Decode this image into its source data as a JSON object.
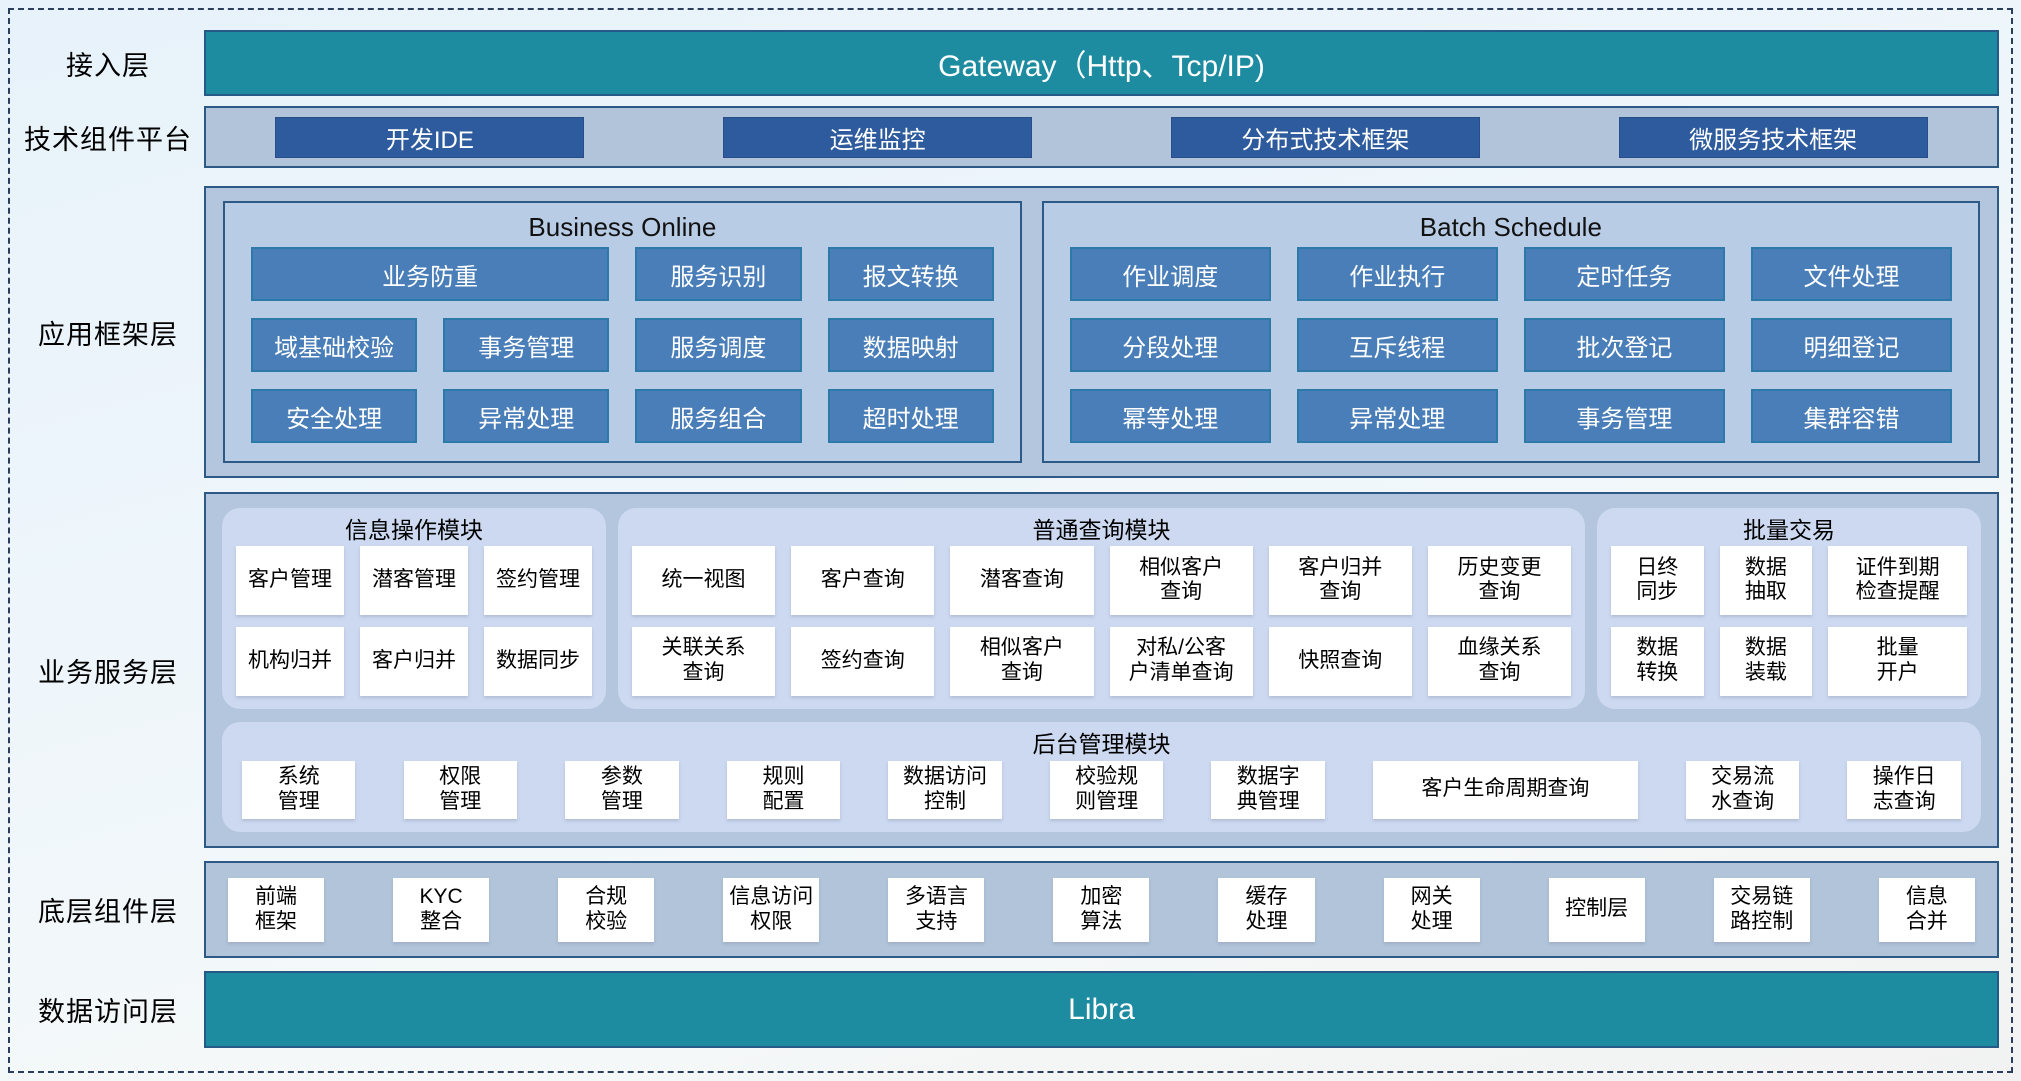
{
  "colors": {
    "teal_bar": "#1d8ba0",
    "dark_blue_button": "#2e5b9d",
    "band_background": "#b1c4da",
    "panel_background": "#b9cce5",
    "steel_button": "#4a7eb8",
    "steel_button_border": "#2d7aa9",
    "module_background": "#ccd9f0",
    "navy_border": "#2d5986",
    "white_box": "#ffffff"
  },
  "access_layer": {
    "label": "接入层",
    "gateway_label": "Gateway（Http、Tcp/IP)"
  },
  "tech_platform": {
    "label": "技术组件平台",
    "items": [
      "开发IDE",
      "运维监控",
      "分布式技术框架",
      "微服务技术框架"
    ]
  },
  "app_framework": {
    "label": "应用框架层",
    "panels": [
      {
        "title": "Business Online",
        "rows": [
          [
            {
              "label": "业务防重",
              "span": 2
            },
            {
              "label": "服务识别"
            },
            {
              "label": "报文转换"
            }
          ],
          [
            {
              "label": "域基础校验"
            },
            {
              "label": "事务管理"
            },
            {
              "label": "服务调度"
            },
            {
              "label": "数据映射"
            }
          ],
          [
            {
              "label": "安全处理"
            },
            {
              "label": "异常处理"
            },
            {
              "label": "服务组合"
            },
            {
              "label": "超时处理"
            }
          ]
        ]
      },
      {
        "title": "Batch Schedule",
        "rows": [
          [
            {
              "label": "作业调度"
            },
            {
              "label": "作业执行"
            },
            {
              "label": "定时任务"
            },
            {
              "label": "文件处理"
            }
          ],
          [
            {
              "label": "分段处理"
            },
            {
              "label": "互斥线程"
            },
            {
              "label": "批次登记"
            },
            {
              "label": "明细登记"
            }
          ],
          [
            {
              "label": "幂等处理"
            },
            {
              "label": "异常处理"
            },
            {
              "label": "事务管理"
            },
            {
              "label": "集群容错"
            }
          ]
        ]
      }
    ]
  },
  "business_service": {
    "label": "业务服务层",
    "modules": [
      {
        "id": "info",
        "title": "信息操作模块",
        "flex": 376,
        "items": [
          "客户管理",
          "潜客管理",
          "签约管理",
          "机构归并",
          "客户归并",
          "数据同步"
        ]
      },
      {
        "id": "query",
        "title": "普通查询模块",
        "flex": 992,
        "items": [
          "统一视图",
          "客户查询",
          "潜客查询",
          "相似客户\n查询",
          "客户归并\n查询",
          "历史变更\n查询",
          "关联关系\n查询",
          "签约查询",
          "相似客户\n查询",
          "对私/公客\n户清单查询",
          "快照查询",
          "血缘关系\n查询"
        ]
      },
      {
        "id": "batch",
        "title": "批量交易",
        "flex": 376,
        "items": [
          "日终\n同步",
          "数据\n抽取",
          "证件到期\n检查提醒",
          "数据\n转换",
          "数据\n装载",
          "批量\n开户"
        ]
      }
    ],
    "admin_module": {
      "title": "后台管理模块",
      "items": [
        {
          "label": "系统\n管理"
        },
        {
          "label": "权限\n管理"
        },
        {
          "label": "参数\n管理"
        },
        {
          "label": "规则\n配置"
        },
        {
          "label": "数据访问\n控制"
        },
        {
          "label": "校验规\n则管理"
        },
        {
          "label": "数据字\n典管理"
        },
        {
          "label": "客户生命周期查询",
          "wide": true
        },
        {
          "label": "交易流\n水查询"
        },
        {
          "label": "操作日\n志查询"
        }
      ]
    }
  },
  "base_components": {
    "label": "底层组件层",
    "items": [
      "前端\n框架",
      "KYC\n整合",
      "合规\n校验",
      "信息访问\n权限",
      "多语言\n支持",
      "加密\n算法",
      "缓存\n处理",
      "网关\n处理",
      "控制层",
      "交易链\n路控制",
      "信息\n合并"
    ]
  },
  "data_access_layer": {
    "label": "数据访问层",
    "bar_label": "Libra"
  }
}
